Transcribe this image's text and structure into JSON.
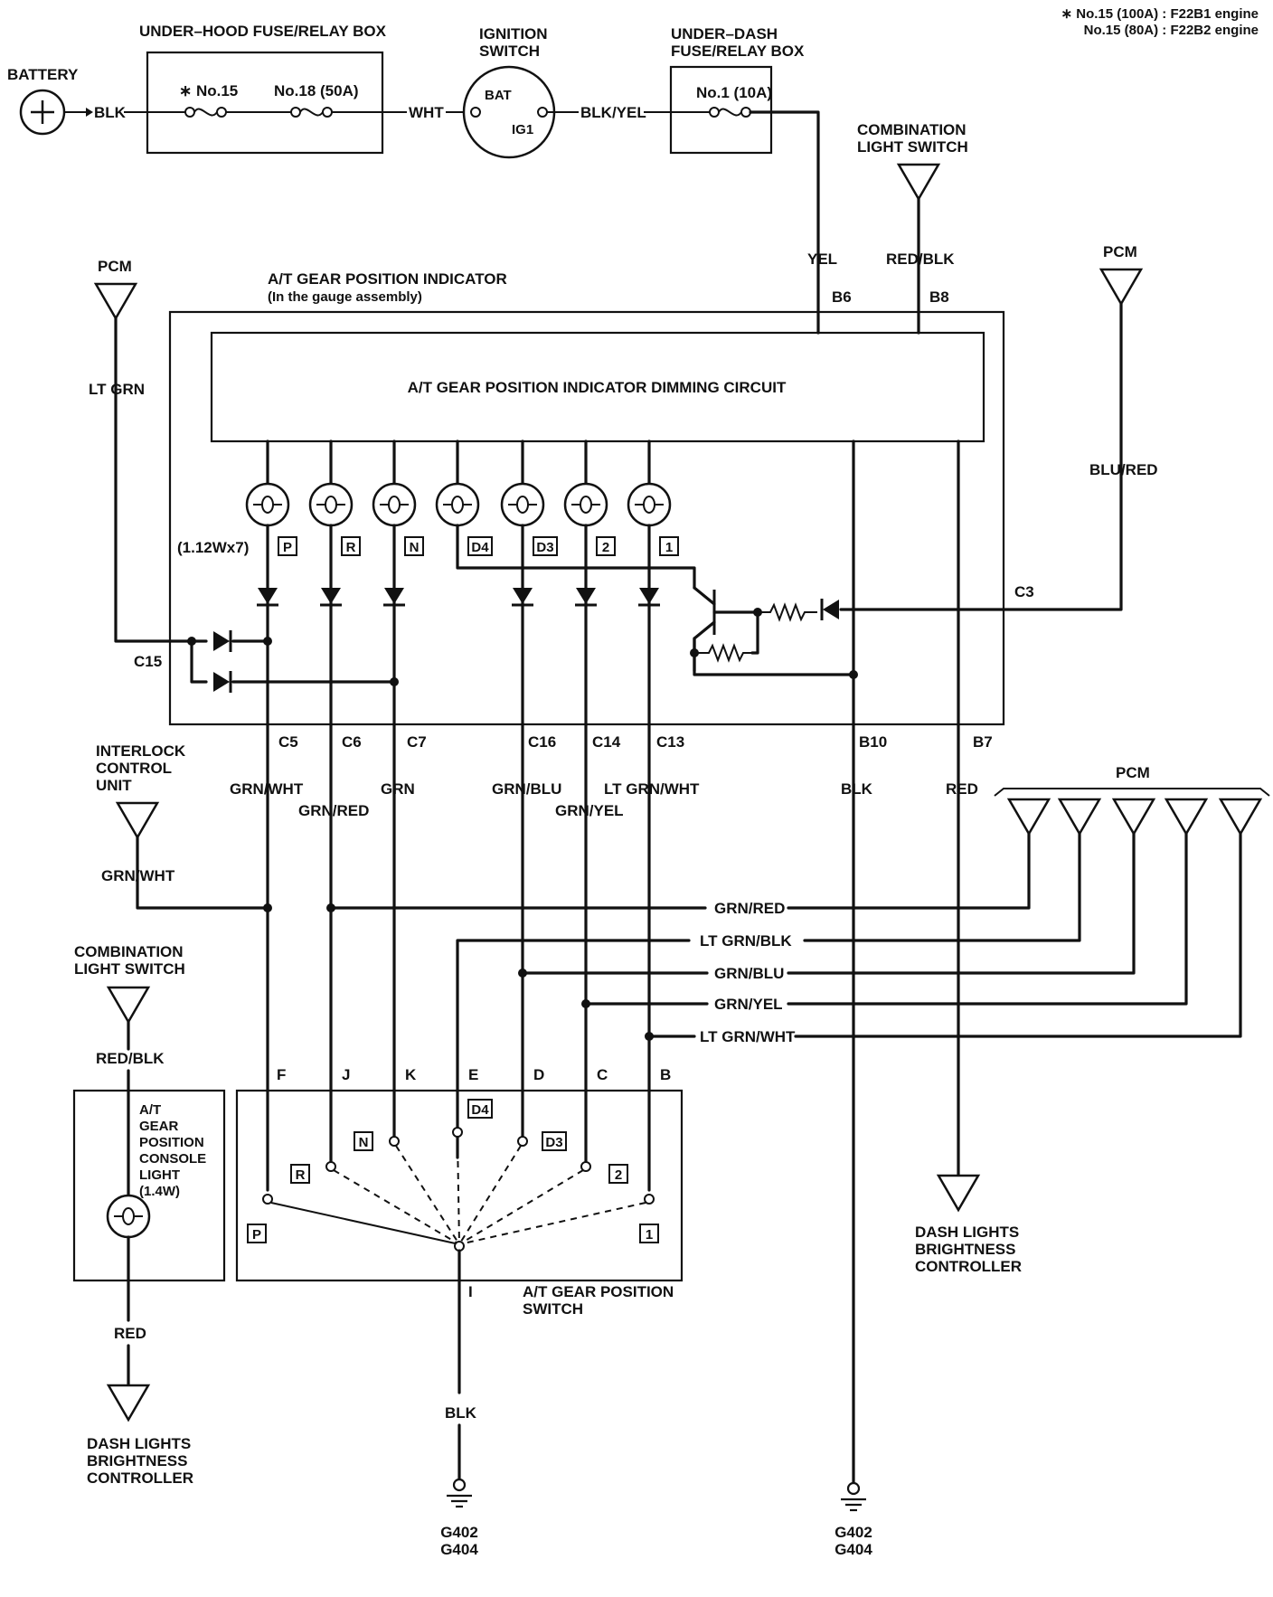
{
  "notes": [
    "∗ No.15 (100A) : F22B1 engine",
    "No.15 (80A)  : F22B2 engine"
  ],
  "battery": {
    "label": "BATTERY",
    "wire": "BLK"
  },
  "underhood": {
    "title": "UNDER–HOOD FUSE/RELAY BOX",
    "fuse1": "∗ No.15",
    "fuse2": "No.18 (50A)",
    "wire_out": "WHT"
  },
  "ignition": {
    "title1": "IGNITION",
    "title2": "SWITCH",
    "bat": "BAT",
    "ig1": "IG1",
    "wire_out": "BLK/YEL"
  },
  "underdash": {
    "title1": "UNDER–DASH",
    "title2": "FUSE/RELAY BOX",
    "fuse": "No.1 (10A)"
  },
  "combo_top": {
    "title1": "COMBINATION",
    "title2": "LIGHT SWITCH"
  },
  "indicator": {
    "title1": "A/T GEAR POSITION INDICATOR",
    "title2": "(In the gauge assembly)",
    "circuit": "A/T GEAR POSITION INDICATOR DIMMING CIRCUIT",
    "bulb_rating": "(1.12Wx7)",
    "gears": [
      "P",
      "R",
      "N",
      "D4",
      "D3",
      "2",
      "1"
    ]
  },
  "wires_top": {
    "yel": "YEL",
    "redblk": "RED/BLK",
    "b6": "B6",
    "b8": "B8",
    "blured": "BLU/RED",
    "c3": "C3",
    "ltgrn": "LT GRN",
    "c15": "C15"
  },
  "pcm_label": "PCM",
  "connectors": [
    "C5",
    "C6",
    "C7",
    "C16",
    "C14",
    "C13",
    "B10",
    "B7"
  ],
  "wires_mid": [
    "GRN/WHT",
    "GRN/RED",
    "GRN",
    "GRN/BLU",
    "GRN/YEL",
    "LT GRN/WHT",
    "BLK",
    "RED"
  ],
  "interlock": {
    "title1": "INTERLOCK",
    "title2": "CONTROL",
    "title3": "UNIT",
    "wire": "GRN/WHT"
  },
  "pcm_feeds": [
    "GRN/RED",
    "LT GRN/BLK",
    "GRN/BLU",
    "GRN/YEL",
    "LT GRN/WHT"
  ],
  "combo_bottom": {
    "title1": "COMBINATION",
    "title2": "LIGHT SWITCH",
    "wire": "RED/BLK"
  },
  "console_light": {
    "lines": [
      "A/T",
      "GEAR",
      "POSITION",
      "CONSOLE",
      "LIGHT",
      "(1.4W)"
    ],
    "wire": "RED"
  },
  "gear_switch": {
    "pins": [
      "F",
      "J",
      "K",
      "E",
      "D",
      "C",
      "B"
    ],
    "common_pin": "I",
    "title1": "A/T GEAR POSITION",
    "title2": "SWITCH",
    "wire": "BLK"
  },
  "dash_ctrl": {
    "l1": "DASH LIGHTS",
    "l2": "BRIGHTNESS",
    "l3": "CONTROLLER"
  },
  "ground": {
    "l1": "G402",
    "l2": "G404"
  }
}
